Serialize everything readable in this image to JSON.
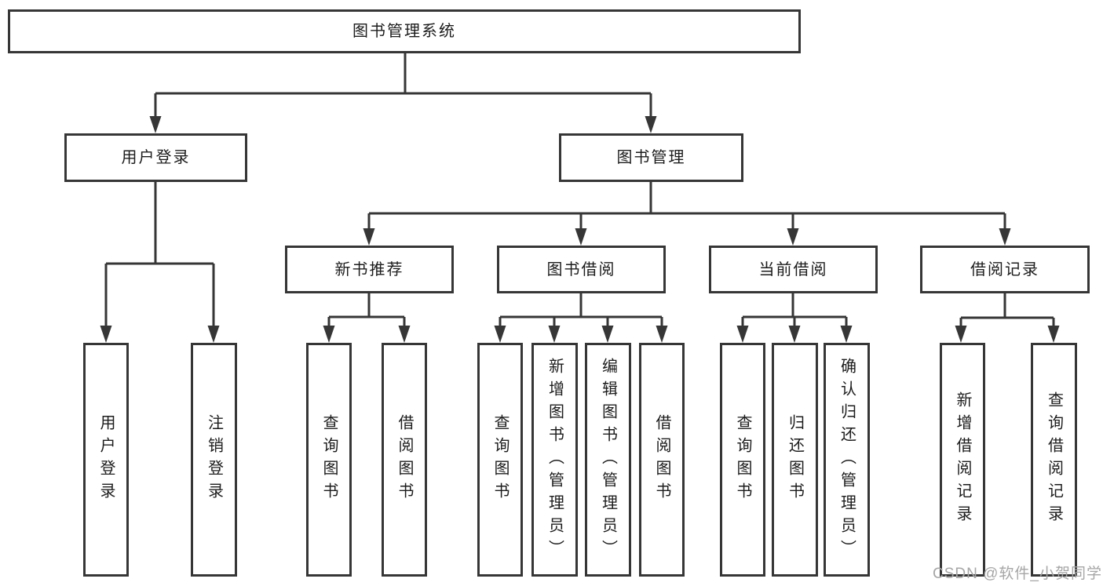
{
  "colors": {
    "line": "#363636",
    "box_border": "#363636",
    "text": "#1c1c1c",
    "watermark": "#a6a6a6",
    "background": "#ffffff"
  },
  "tree": {
    "root": {
      "label": "图书管理系统"
    },
    "branches": [
      {
        "label": "用户登录",
        "children": [
          {
            "label": "用户登录"
          },
          {
            "label": "注销登录"
          }
        ]
      },
      {
        "label": "图书管理",
        "children": [
          {
            "label": "新书推荐",
            "children": [
              {
                "label": "查询图书"
              },
              {
                "label": "借阅图书"
              }
            ]
          },
          {
            "label": "图书借阅",
            "children": [
              {
                "label": "查询图书"
              },
              {
                "label": "新增图书（管理员）"
              },
              {
                "label": "编辑图书（管理员）"
              },
              {
                "label": "借阅图书"
              }
            ]
          },
          {
            "label": "当前借阅",
            "children": [
              {
                "label": "查询图书"
              },
              {
                "label": "归还图书"
              },
              {
                "label": "确认归还（管理员）"
              }
            ]
          },
          {
            "label": "借阅记录",
            "children": [
              {
                "label": "新增借阅记录"
              },
              {
                "label": "查询借阅记录"
              }
            ]
          }
        ]
      }
    ]
  },
  "watermark": {
    "text": "CSDN @软件_小贺同学"
  }
}
